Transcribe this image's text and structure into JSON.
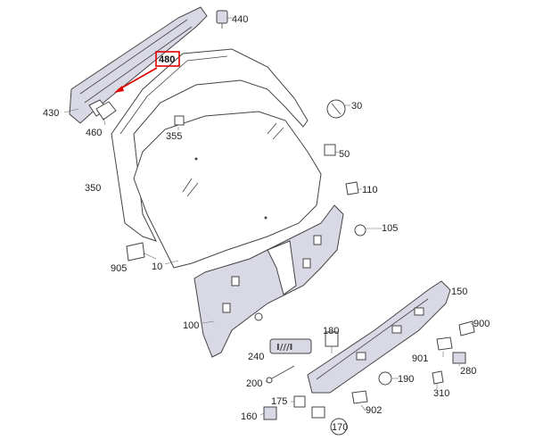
{
  "diagram": {
    "labels": {
      "p440": "440",
      "p480": "480",
      "p430": "430",
      "p460": "460",
      "p355": "355",
      "p30": "30",
      "p50": "50",
      "p350": "350",
      "p110": "110",
      "p105": "105",
      "p905": "905",
      "p10": "10",
      "p150": "150",
      "p100": "100",
      "p900": "900",
      "p180": "180",
      "p240": "240",
      "p901": "901",
      "p280": "280",
      "p200": "200",
      "p190": "190",
      "p310": "310",
      "p175": "175",
      "p902": "902",
      "p160": "160",
      "p170": "170"
    },
    "colors": {
      "highlight": "#e00000",
      "line": "#444444",
      "fill_shade": "#d9d9e6"
    }
  }
}
